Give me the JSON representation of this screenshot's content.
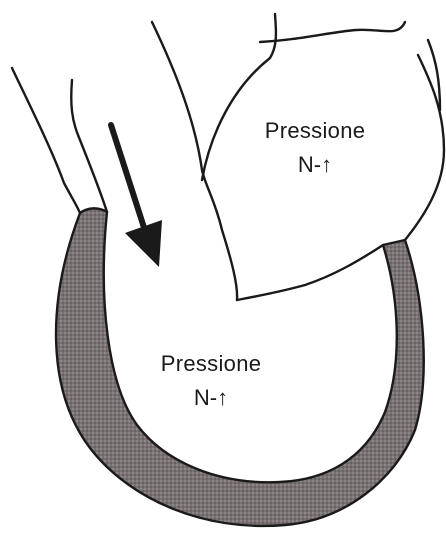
{
  "labels": {
    "atrium": {
      "word": "Pressione",
      "value": "N-↑"
    },
    "ventricle": {
      "word": "Pressione",
      "value": "N-↑"
    }
  },
  "colors": {
    "line": "#1a1a1a",
    "myocardium": "#6f6767",
    "background": "#ffffff"
  },
  "icons": {
    "flow": "arrow-down-right-icon"
  }
}
